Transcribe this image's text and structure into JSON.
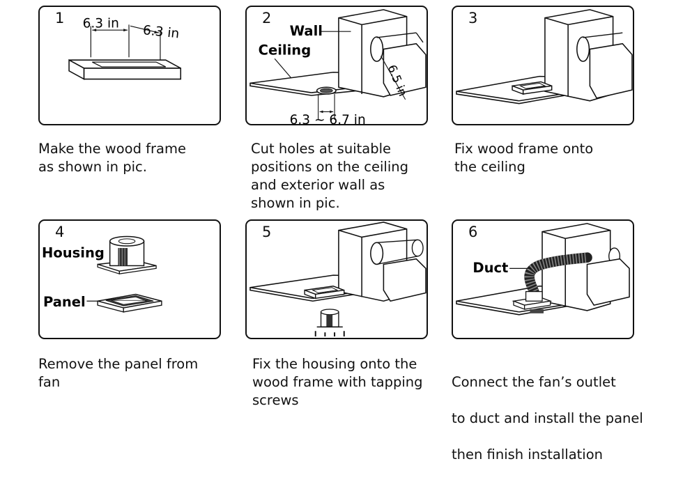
{
  "steps": [
    {
      "number": "1",
      "labels": {
        "dim_left": "6.3 in",
        "dim_right": "6.3 in"
      },
      "caption": "Make the wood frame\n as shown in pic."
    },
    {
      "number": "2",
      "labels": {
        "wall": "Wall",
        "ceiling": "Ceiling",
        "dim_wall": "6.5 in",
        "dim_hole": "6.3 ~ 6.7 in"
      },
      "caption": "Cut holes at suitable\npositions on the ceiling\nand exterior wall as\nshown in pic."
    },
    {
      "number": "3",
      "labels": {},
      "caption": "Fix wood frame onto\n the ceiling"
    },
    {
      "number": "4",
      "labels": {
        "housing": "Housing",
        "panel": "Panel"
      },
      "caption": "Remove the panel from\nfan"
    },
    {
      "number": "5",
      "labels": {},
      "caption": "Fix the housing onto the\nwood frame with tapping\nscrews"
    },
    {
      "number": "6",
      "labels": {
        "duct": "Duct"
      },
      "caption_line1": "Connect the fan’s outlet",
      "caption_line2": "to duct and install the panel",
      "caption_line3": "then finish installation"
    }
  ]
}
